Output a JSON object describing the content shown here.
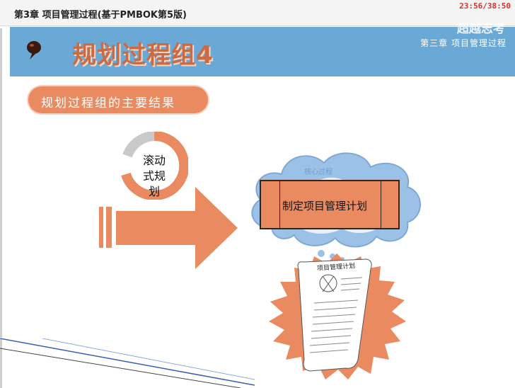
{
  "header": {
    "doc_title": "第3章 项目管理过程(基于PMBOK第5版)",
    "timer": "23:56/38:50"
  },
  "banner": {
    "title": "规划过程组4",
    "brand": "超越志考",
    "chapter": "第三章 项目管理过程",
    "icon": "pushpin-icon",
    "color": "#6aa9d6"
  },
  "main": {
    "pill_label": "规划过程组的主要结果",
    "rolling_lines": [
      "滚动",
      "式规",
      "划"
    ],
    "cloud_caption": "核心过程",
    "plan_label": "制定项目管理计划",
    "scroll_label": "项目管理计划",
    "accent_color": "#ea8a60"
  }
}
